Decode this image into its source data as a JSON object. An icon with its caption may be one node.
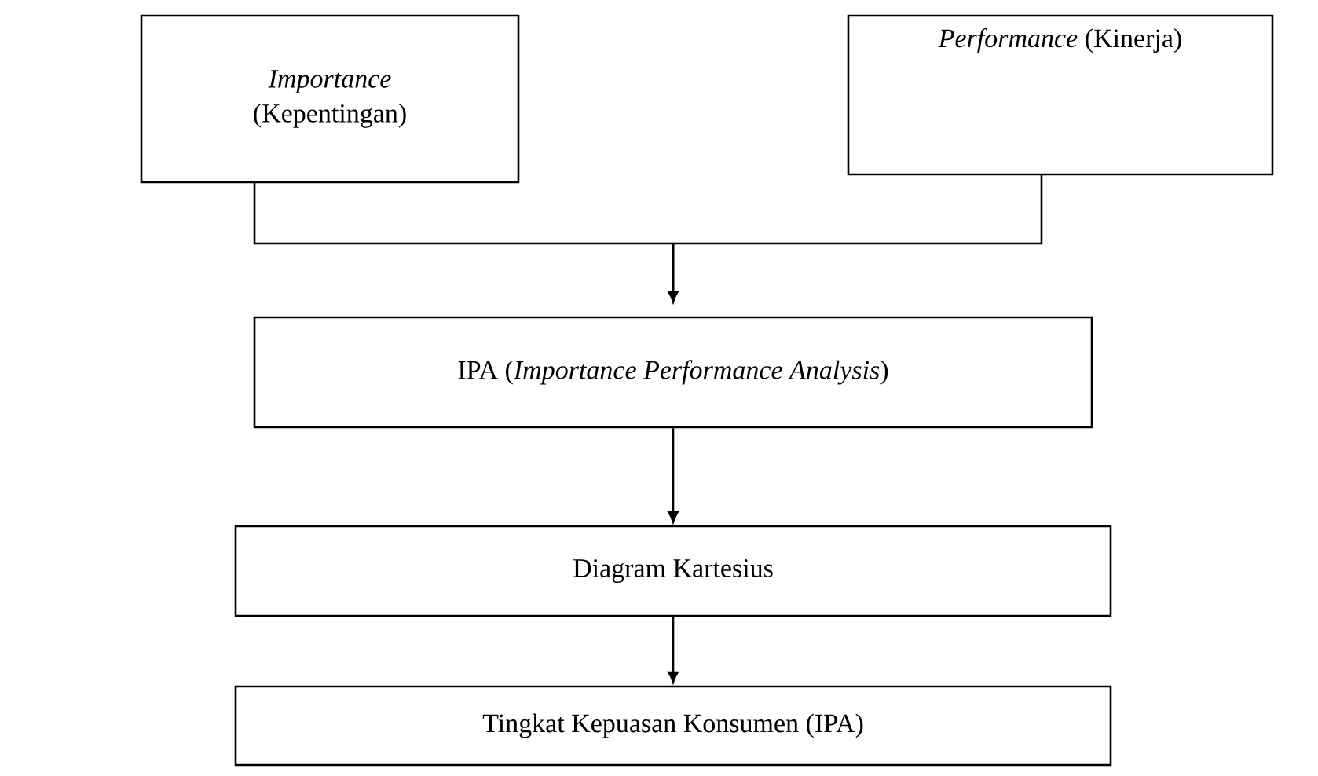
{
  "diagram": {
    "nodes": [
      {
        "text": [
          "*Importance* (Kepentingan)"
        ]
      },
      {
        "text": [
          "*Performance* (Kinerja)"
        ]
      },
      {
        "text": [
          "IPA (*Importance Performance Analysis*)"
        ]
      },
      {
        "text": [
          "Diagram Kartesius"
        ]
      },
      {
        "text": [
          "Tingkat Kepuasan Konsumen (IPA)"
        ]
      }
    ],
    "edges": [
      {
        "from": 0,
        "to": 2,
        "arrow": "to"
      },
      {
        "from": 1,
        "to": 2,
        "arrow": "to"
      },
      {
        "from": 2,
        "to": 3,
        "arrow": "to"
      },
      {
        "from": 3,
        "to": 4,
        "arrow": "to"
      }
    ]
  }
}
